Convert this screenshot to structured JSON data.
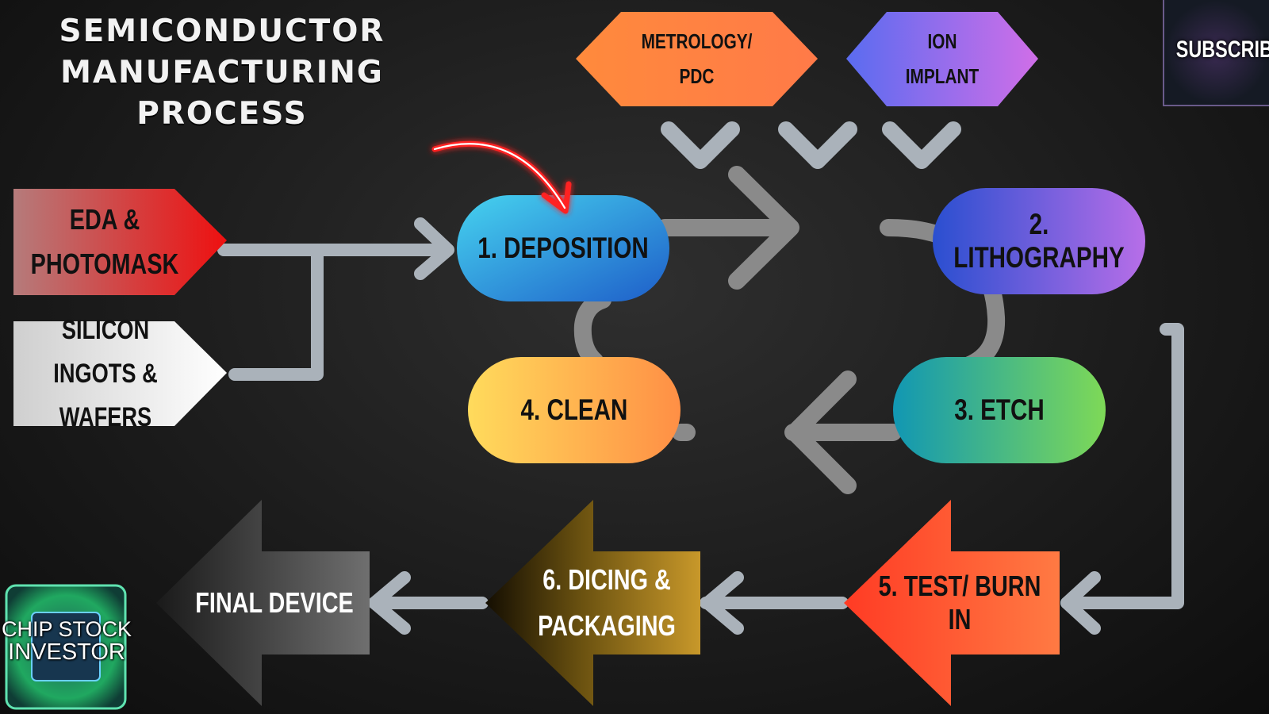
{
  "title": {
    "line1": "SEMICONDUCTOR",
    "line2": "MANUFACTURING",
    "line3": "PROCESS"
  },
  "inputs": {
    "eda": {
      "line1": "EDA &",
      "line2": "PHOTOMASK"
    },
    "silicon": {
      "line1": "SILICON INGOTS &",
      "line2": "WAFERS"
    }
  },
  "support": {
    "metrology": {
      "line1": "METROLOGY/",
      "line2": "PDC"
    },
    "ion": {
      "line1": "ION",
      "line2": "IMPLANT"
    }
  },
  "steps": {
    "deposition": "1. DEPOSITION",
    "lithography": "2. LITHOGRAPHY",
    "etch": "3. ETCH",
    "clean": "4. CLEAN",
    "test": "5. TEST/ BURN IN",
    "dicing": {
      "line1": "6. DICING &",
      "line2": "PACKAGING"
    },
    "final": "FINAL DEVICE"
  },
  "branding": {
    "subscribe": "SUBSCRIBE",
    "logo_line1": "CHIP STOCK",
    "logo_line2": "INVESTOR"
  },
  "colors": {
    "connector": "#aab2ba",
    "loop": "#8a8a8a",
    "highlight_arrow": "#ff2020"
  }
}
